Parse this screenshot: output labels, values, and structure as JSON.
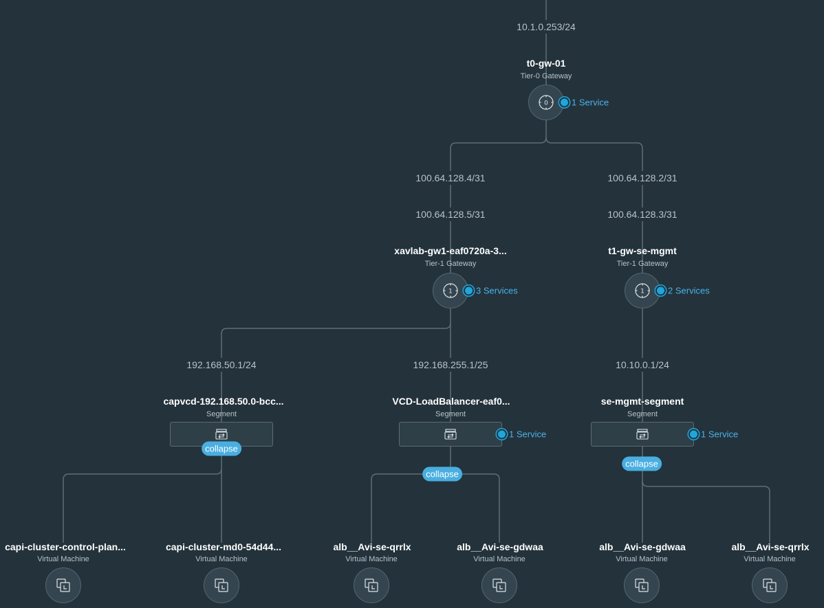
{
  "links": {
    "t0_uplink": "10.1.0.253/24",
    "t0_to_t1a": "100.64.128.4/31",
    "t1a_from_t0": "100.64.128.5/31",
    "t0_to_t1b": "100.64.128.2/31",
    "t1b_from_t0": "100.64.128.3/31",
    "seg_capvcd": "192.168.50.1/24",
    "seg_vcdlb": "192.168.255.1/25",
    "seg_semgmt": "10.10.0.1/24"
  },
  "nodes": {
    "t0": {
      "name": "t0-gw-01",
      "type": "Tier-0 Gateway",
      "services": "1 Service"
    },
    "t1a": {
      "name": "xavlab-gw1-eaf0720a-3...",
      "type": "Tier-1 Gateway",
      "services": "3 Services"
    },
    "t1b": {
      "name": "t1-gw-se-mgmt",
      "type": "Tier-1 Gateway",
      "services": "2 Services"
    },
    "segA": {
      "name": "capvcd-192.168.50.0-bcc...",
      "type": "Segment"
    },
    "segB": {
      "name": "VCD-LoadBalancer-eaf0...",
      "type": "Segment",
      "services": "1 Service"
    },
    "segC": {
      "name": "se-mgmt-segment",
      "type": "Segment",
      "services": "1 Service"
    },
    "vm1": {
      "name": "capi-cluster-control-plan...",
      "type": "Virtual Machine"
    },
    "vm2": {
      "name": "capi-cluster-md0-54d44...",
      "type": "Virtual Machine"
    },
    "vm3": {
      "name": "alb__Avi-se-qrrlx",
      "type": "Virtual Machine"
    },
    "vm4": {
      "name": "alb__Avi-se-gdwaa",
      "type": "Virtual Machine"
    },
    "vm5": {
      "name": "alb__Avi-se-gdwaa",
      "type": "Virtual Machine"
    },
    "vm6": {
      "name": "alb__Avi-se-qrrlx",
      "type": "Virtual Machine"
    }
  },
  "actions": {
    "collapse": "collapse"
  },
  "colors": {
    "background": "#23323b",
    "accent": "#49aee0",
    "line": "#5e6e77"
  },
  "icons": {
    "gateway": "router-icon",
    "segment": "switch-icon",
    "vm": "virtual-machine-icon",
    "services": "service-dot-icon"
  }
}
